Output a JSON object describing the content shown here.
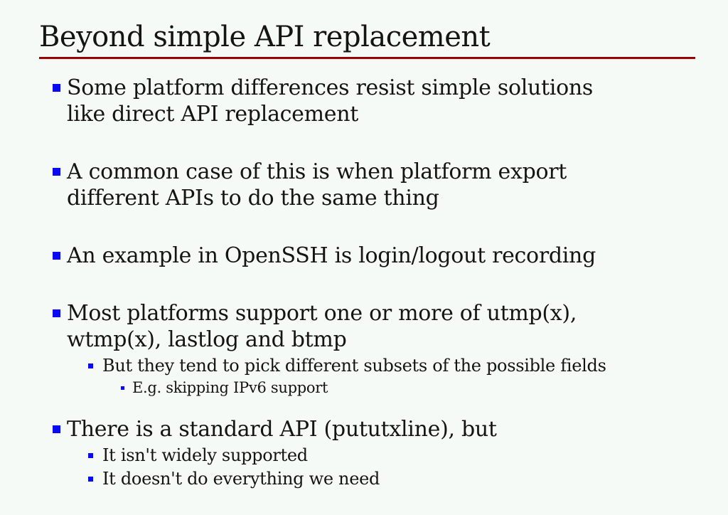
{
  "slide": {
    "title": "Beyond simple API replacement",
    "colors": {
      "background": "#f6faf6",
      "text": "#141414",
      "title_rule": "#c00000",
      "bullet_square": "#0a0af0"
    },
    "icons": {
      "bullet": "square-bullet-icon"
    },
    "bullets": [
      {
        "level": 1,
        "text": "Some platform differences resist simple solutions\nlike direct API replacement"
      },
      {
        "level": 1,
        "text": "A common case of this is when platform export\ndifferent APIs to do the same thing"
      },
      {
        "level": 1,
        "text": "An example in OpenSSH is login/logout recording"
      },
      {
        "level": 1,
        "text": "Most platforms support one or more of utmp(x),\nwtmp(x), lastlog and btmp"
      },
      {
        "level": 2,
        "text": "But they tend to pick different subsets of the possible fields"
      },
      {
        "level": 3,
        "text": "E.g. skipping IPv6 support"
      },
      {
        "level": 1,
        "text": "There is a standard API (pututxline), but"
      },
      {
        "level": 2,
        "text": "It isn't widely supported"
      },
      {
        "level": 2,
        "text": "It doesn't do everything we need"
      }
    ]
  }
}
